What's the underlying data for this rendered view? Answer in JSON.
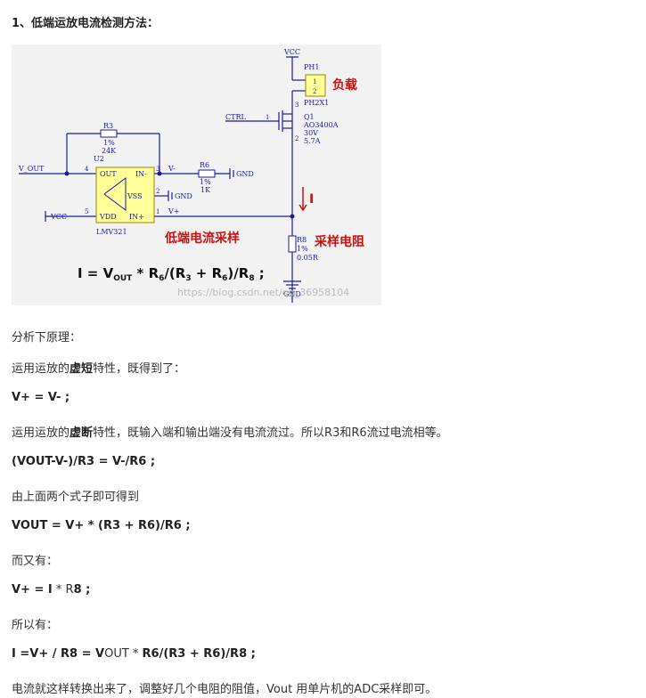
{
  "heading": "1、低端运放电流检测方法：",
  "schematic": {
    "vcc_top": "VCC",
    "ph1": "PH1",
    "pin1": "1",
    "pin2": "2",
    "ph2x1": "PH2X1",
    "load_label": "负载",
    "ctrl": "CTRL",
    "ctrl_pin": "1",
    "q1": "Q1",
    "q1_part": "AO3400A",
    "q1_v": "30V",
    "q1_a": "5.7A",
    "q1_pin3": "3",
    "q1_pin2": "2",
    "r3": "R3",
    "r3_tol": "1%",
    "r3_val": "24K",
    "u2": "U2",
    "vout_net": "V_OUT",
    "op_out": "OUT",
    "op_inm": "IN-",
    "op_vss": "VSS",
    "op_vdd": "VDD",
    "op_inp": "IN+",
    "op_part": "LMV321",
    "pin4": "4",
    "pin3": "3",
    "pin5": "5",
    "pin2b": "2",
    "pin1b": "1",
    "vminus": "V-",
    "vplus": "V+",
    "r6": "R6",
    "r6_tol": "1%",
    "r6_val": "1K",
    "gnd1": "GND",
    "gnd2": "GND",
    "vcc_left": "VCC",
    "current_label": "I",
    "low_side_label": "低端电流采样",
    "r8": "R8",
    "r8_tol": "1%",
    "r8_val": "0.05R",
    "sense_label": "采样电阻",
    "gnd3": "GND",
    "watermark": "https://blog.csdn.net/qq_36958104",
    "formula_main": "I = V",
    "formula_sub_out": "OUT",
    "formula_mid": " * R",
    "formula_sub_6a": "6",
    "formula_mid2": "/(R",
    "formula_sub_3": "3",
    "formula_mid3": " + R",
    "formula_sub_6b": "6",
    "formula_mid4": ")/R",
    "formula_sub_8": "8",
    "formula_end": " ;"
  },
  "paragraphs": {
    "p1": "分析下原理：",
    "p2_a": "运用运放的",
    "p2_b": "虚短",
    "p2_c": "特性，既得到了：",
    "p3": "V+ = V- ;",
    "p4_a": "运用运放的",
    "p4_b": "虚断",
    "p4_c": "特性，既输入端和输出端没有电流流过。所以R3和R6流过电流相等。",
    "p5": "(VOUT-V-)/R3 = V-/R6 ;",
    "p6": "由上面两个式子即可得到",
    "p7": "VOUT = V+ * (R3 + R6)/R6 ;",
    "p8": "而又有：",
    "p9_a": "V+ = I",
    "p9_b": " * R",
    "p9_c": "8 ;",
    "p10": "所以有：",
    "p11_a": "I =V+ / R",
    "p11_b": "8 = V",
    "p11_c": "OUT * ",
    "p11_d": "R6/(R3 + R6)/R",
    "p11_e": "8 ;",
    "p12": "电流就这样转换出来了，调整好几个电阻的阻值，Vout 用单片机的ADC采样即可。"
  },
  "colors": {
    "wire": "#1a1aa0",
    "label_red": "#cc1111",
    "opamp_fill": "#ffff99",
    "gray_text": "#444444"
  }
}
